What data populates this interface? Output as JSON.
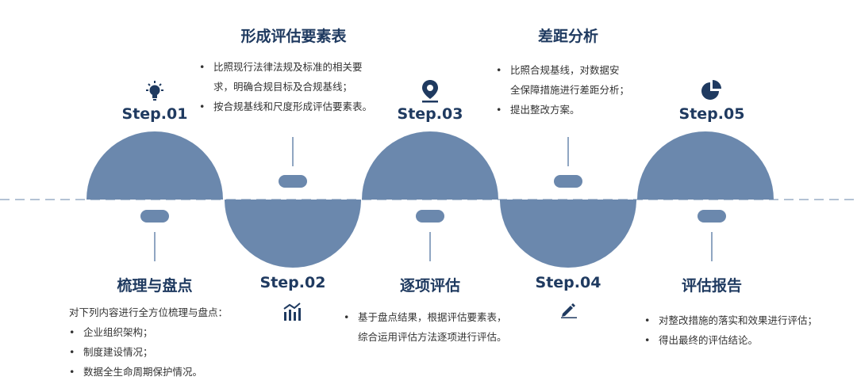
{
  "steps": [
    {
      "label": "Step.01",
      "icon": "lightbulb-icon",
      "title": "梳理与盘点",
      "intro": "对下列内容进行全方位梳理与盘点：",
      "bullets": [
        "企业组织架构；",
        "制度建设情况；",
        "数据全生命周期保护情况。"
      ]
    },
    {
      "label": "Step.02",
      "icon": "bar-chart-icon",
      "title": "形成评估要素表",
      "bullets_lines": [
        [
          "比照现行法律法规及标准的相关要",
          "求，明确合规目标及合规基线；"
        ],
        [
          "按合规基线和尺度形成评估要素表。"
        ]
      ]
    },
    {
      "label": "Step.03",
      "icon": "location-pin-icon",
      "title": "逐项评估",
      "bullets_lines": [
        [
          "基于盘点结果，根据评估要素表，",
          "综合运用评估方法逐项进行评估。"
        ]
      ]
    },
    {
      "label": "Step.04",
      "icon": "pencil-icon",
      "title": "差距分析",
      "bullets_lines": [
        [
          "比照合规基线，对数据安",
          "全保障措施进行差距分析；"
        ],
        [
          "提出整改方案。"
        ]
      ]
    },
    {
      "label": "Step.05",
      "icon": "pie-chart-icon",
      "title": "评估报告",
      "bullets_lines": [
        [
          "对整改措施的落实和效果进行评估；"
        ],
        [
          "得出最终的评估结论。"
        ]
      ]
    }
  ],
  "colors": {
    "shape": "#6b88ad",
    "dark": "#1f3a60",
    "dash": "#9aaec6",
    "text": "#333333"
  }
}
